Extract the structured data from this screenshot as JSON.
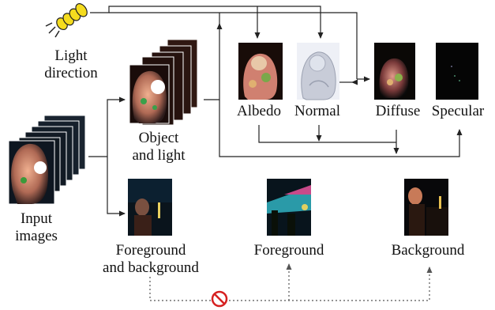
{
  "labels": {
    "light_direction": [
      "Light",
      "direction"
    ],
    "input_images": [
      "Input",
      "images"
    ],
    "object_and_light": [
      "Object",
      "and light"
    ],
    "albedo": "Albedo",
    "normal": "Normal",
    "diffuse": "Diffuse",
    "specular": "Specular",
    "foreground_and_background": [
      "Foreground",
      "and background"
    ],
    "foreground": "Foreground",
    "background": "Background"
  },
  "icons": {
    "light": "light-bulb-icon",
    "forbidden": "no-entry-icon"
  },
  "colors": {
    "bulb": "#f5dc1e",
    "forbidden": "#d62020",
    "arrow": "#222222",
    "dotted_arrow": "#555555"
  }
}
